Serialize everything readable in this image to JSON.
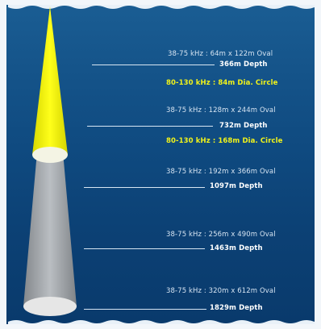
{
  "levels": [
    {
      "spec_38_75": "38-75 kHz : 64m x 122m Oval",
      "depth": "366m Depth",
      "spec_80_130": "80-130 kHz : 84m Dia. Circle"
    },
    {
      "spec_38_75": "38-75 kHz : 128m x 244m Oval",
      "depth": "732m Depth",
      "spec_80_130": "80-130 kHz : 168m Dia. Circle"
    },
    {
      "spec_38_75": "38-75 kHz : 192m x 366m Oval",
      "depth": "1097m Depth"
    },
    {
      "spec_38_75": "38-75 kHz : 256m x 490m Oval",
      "depth": "1463m Depth"
    },
    {
      "spec_38_75": "38-75 kHz : 320m x 612m Oval",
      "depth": "1829m Depth"
    }
  ],
  "colors": {
    "water_top": "#1a5d93",
    "water_bottom": "#093a6c",
    "high_freq_beam": "#f2f200",
    "low_freq_beam": "#b9b9b9",
    "highlight_text": "#f0f21a"
  },
  "icons": {
    "high_freq_beam": "yellow-cone-beam-icon",
    "low_freq_beam": "gray-cone-beam-icon"
  }
}
